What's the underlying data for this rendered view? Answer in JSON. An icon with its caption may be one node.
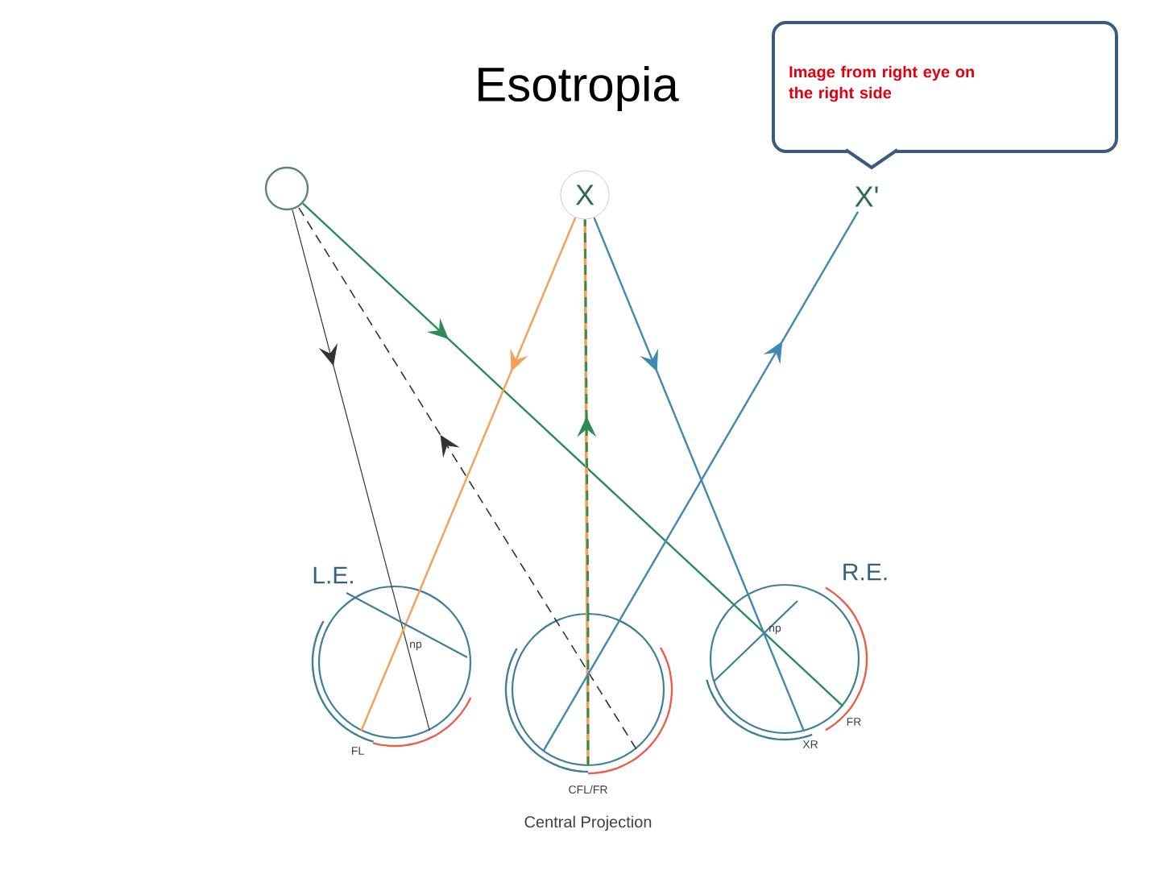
{
  "diagram": {
    "title": "Esotropia",
    "nodes": [
      {
        "text": [],
        "shape": "circle"
      },
      {
        "text": [
          "X"
        ]
      },
      {
        "text": [
          "X'"
        ]
      },
      {
        "text": [
          "Image from right eye on the right side"
        ]
      },
      {
        "text": [
          "L.E."
        ]
      },
      {
        "text": [],
        "shape": "circle",
        "beside": [
          "Central Projection"
        ]
      },
      {
        "text": [
          "R.E."
        ]
      }
    ],
    "edges": [
      {
        "from": 0,
        "to": 6,
        "arrow": "to",
        "color": "#2e8b57"
      },
      {
        "from": 0,
        "to": 4,
        "arrow": "to",
        "color": "#333333"
      },
      {
        "from": 5,
        "to": 0,
        "arrow": "to",
        "style": "dashed",
        "color": "#333333"
      },
      {
        "from": 1,
        "to": 4,
        "arrow": "to",
        "color": "#f5a05a"
      },
      {
        "from": 1,
        "to": 5,
        "arrow": "none",
        "color": "#f5a05a"
      },
      {
        "from": 5,
        "to": 1,
        "arrow": "to",
        "style": "dashed",
        "color": "#2e8b57"
      },
      {
        "from": 1,
        "to": 6,
        "arrow": "to",
        "color": "#3f88b0"
      },
      {
        "from": 5,
        "to": 2,
        "arrow": "to",
        "color": "#3f88b0"
      }
    ],
    "labels": [
      "np",
      "FL",
      "np",
      "FR",
      "XR",
      "CFL/FR"
    ]
  }
}
